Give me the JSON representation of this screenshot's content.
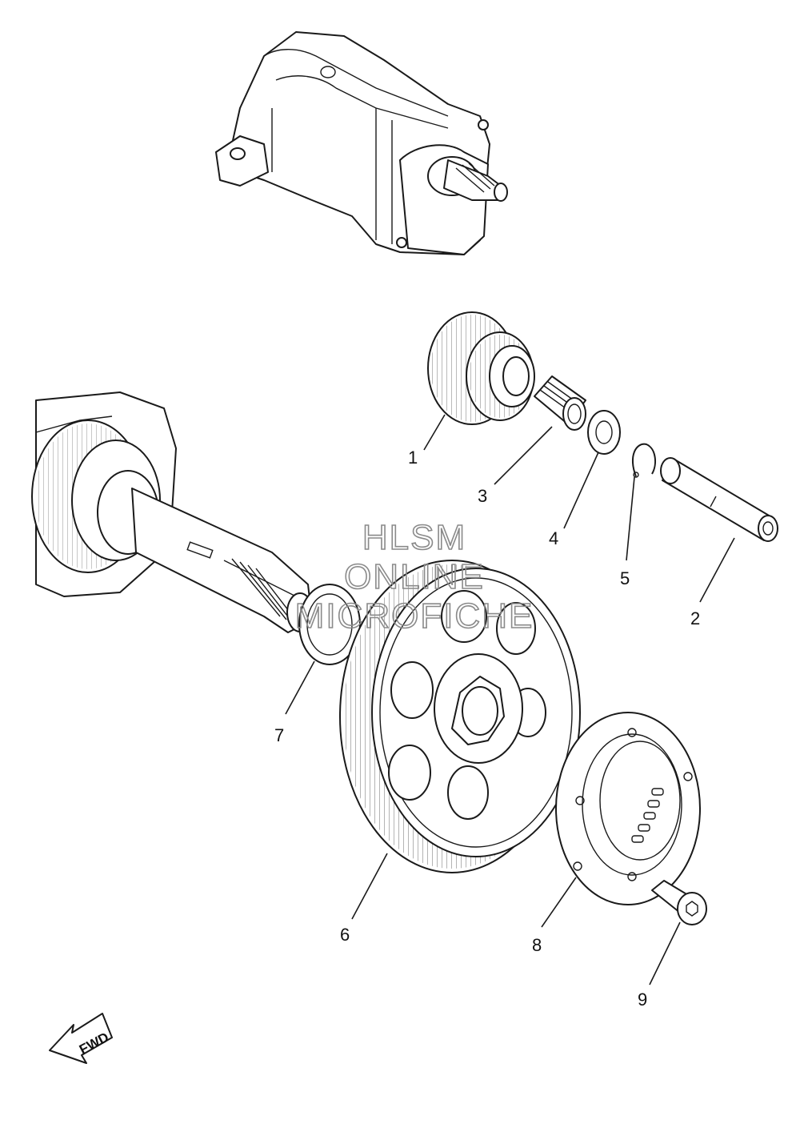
{
  "callouts": {
    "c1": "1",
    "c2": "2",
    "c3": "3",
    "c4": "4",
    "c5": "5",
    "c6": "6",
    "c7": "7",
    "c8": "8",
    "c9": "9"
  },
  "watermark": {
    "line1": "HLSM",
    "line2": "ONLINE",
    "line3": "MICROFICHE"
  },
  "fwd_label": "FWD",
  "colors": {
    "line": "#1a1a1a",
    "watermark": "#8a8a8a",
    "background": "#ffffff"
  }
}
